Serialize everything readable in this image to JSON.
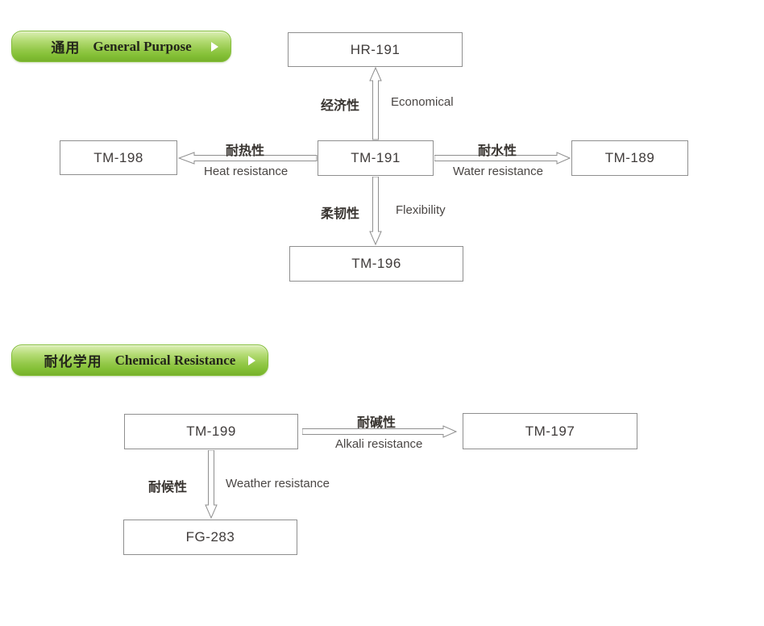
{
  "colors": {
    "header_green": "#8cc63f",
    "header_green_light": "#dcefb6",
    "header_text": "#23251a",
    "box_border": "#8f8f8f",
    "box_text": "#3f3b3a",
    "arrow_outline": "#8f8f8f",
    "background": "#ffffff"
  },
  "sections": [
    {
      "header": {
        "zh": "通用",
        "en": "General Purpose"
      },
      "nodes": {
        "top": "HR-191",
        "left": "TM-198",
        "center": "TM-191",
        "right": "TM-189",
        "bottom": "TM-196"
      },
      "edges": {
        "up": {
          "zh": "经济性",
          "en": "Economical"
        },
        "left": {
          "zh": "耐热性",
          "en": "Heat resistance"
        },
        "right": {
          "zh": "耐水性",
          "en": "Water resistance"
        },
        "down": {
          "zh": "柔韧性",
          "en": "Flexibility"
        }
      }
    },
    {
      "header": {
        "zh": "耐化学用",
        "en": "Chemical Resistance"
      },
      "nodes": {
        "left": "TM-199",
        "right": "TM-197",
        "bottom": "FG-283"
      },
      "edges": {
        "right": {
          "zh": "耐碱性",
          "en": "Alkali resistance"
        },
        "down": {
          "zh": "耐候性",
          "en": "Weather resistance"
        }
      }
    }
  ]
}
